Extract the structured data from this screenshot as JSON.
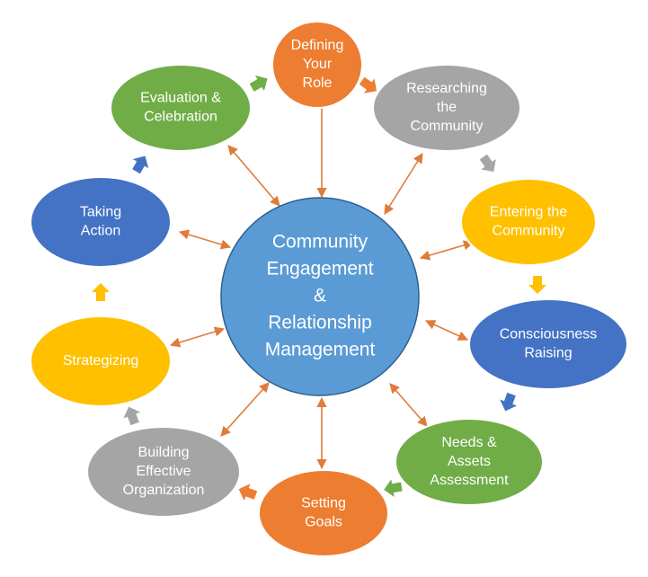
{
  "center": {
    "lines": [
      "Community",
      "Engagement",
      "&",
      "Relationship",
      "Management"
    ],
    "color": "#5b9bd5"
  },
  "colors": {
    "orange": "#ed7d31",
    "gray": "#a5a5a5",
    "gold": "#ffc000",
    "blue": "#4472c4",
    "green": "#70ad47",
    "connector": "#e07b39"
  },
  "nodes": [
    {
      "id": "defining-your-role",
      "lines": [
        "Defining",
        "Your",
        "Role"
      ],
      "color": "#ed7d31"
    },
    {
      "id": "researching-the-community",
      "lines": [
        "Researching",
        "the",
        "Community"
      ],
      "color": "#a5a5a5"
    },
    {
      "id": "entering-the-community",
      "lines": [
        "Entering the",
        "Community"
      ],
      "color": "#ffc000"
    },
    {
      "id": "consciousness-raising",
      "lines": [
        "Consciousness",
        "Raising"
      ],
      "color": "#4472c4"
    },
    {
      "id": "needs-assets-assessment",
      "lines": [
        "Needs &",
        "Assets",
        "Assessment"
      ],
      "color": "#70ad47"
    },
    {
      "id": "setting-goals",
      "lines": [
        "Setting",
        "Goals"
      ],
      "color": "#ed7d31"
    },
    {
      "id": "building-effective-organization",
      "lines": [
        "Building",
        "Effective",
        "Organization"
      ],
      "color": "#a5a5a5"
    },
    {
      "id": "strategizing",
      "lines": [
        "Strategizing"
      ],
      "color": "#ffc000"
    },
    {
      "id": "taking-action",
      "lines": [
        "Taking",
        "Action"
      ],
      "color": "#4472c4"
    },
    {
      "id": "evaluation-celebration",
      "lines": [
        "Evaluation &",
        "Celebration"
      ],
      "color": "#70ad47"
    }
  ],
  "cycle_arrows": [
    {
      "from": "defining-your-role",
      "to": "researching-the-community",
      "color": "#ed7d31"
    },
    {
      "from": "researching-the-community",
      "to": "entering-the-community",
      "color": "#a5a5a5"
    },
    {
      "from": "entering-the-community",
      "to": "consciousness-raising",
      "color": "#ffc000"
    },
    {
      "from": "consciousness-raising",
      "to": "needs-assets-assessment",
      "color": "#4472c4"
    },
    {
      "from": "needs-assets-assessment",
      "to": "setting-goals",
      "color": "#70ad47"
    },
    {
      "from": "setting-goals",
      "to": "building-effective-organization",
      "color": "#ed7d31"
    },
    {
      "from": "building-effective-organization",
      "to": "strategizing",
      "color": "#a5a5a5"
    },
    {
      "from": "strategizing",
      "to": "taking-action",
      "color": "#ffc000"
    },
    {
      "from": "taking-action",
      "to": "evaluation-celebration",
      "color": "#4472c4"
    },
    {
      "from": "evaluation-celebration",
      "to": "defining-your-role",
      "color": "#70ad47"
    }
  ]
}
